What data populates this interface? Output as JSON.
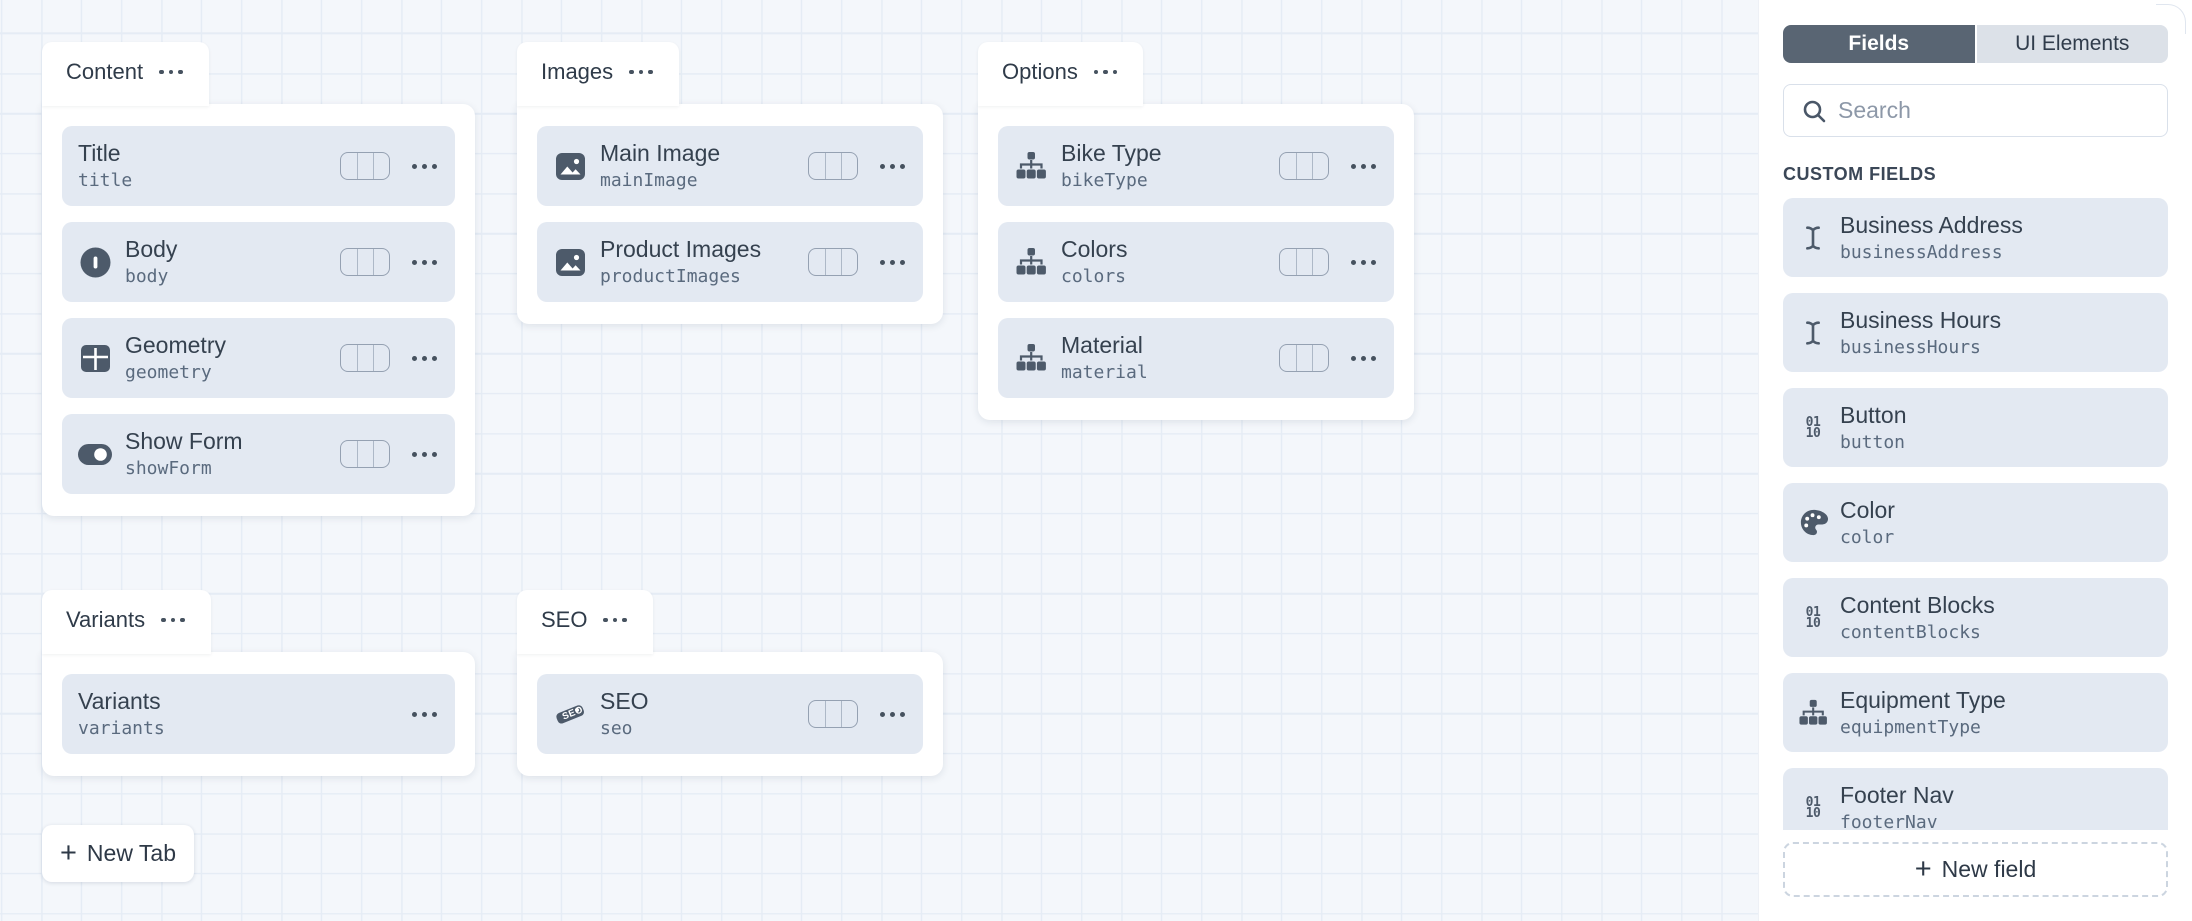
{
  "canvas": {
    "groups": [
      {
        "tab": "Content",
        "fields": [
          {
            "label": "Title",
            "name": "title",
            "icon": "none"
          },
          {
            "label": "Body",
            "name": "body",
            "icon": "body-icon"
          },
          {
            "label": "Geometry",
            "name": "geometry",
            "icon": "table-icon"
          },
          {
            "label": "Show Form",
            "name": "showForm",
            "icon": "toggle-icon"
          }
        ]
      },
      {
        "tab": "Images",
        "fields": [
          {
            "label": "Main Image",
            "name": "mainImage",
            "icon": "image-icon"
          },
          {
            "label": "Product Images",
            "name": "productImages",
            "icon": "image-icon"
          }
        ]
      },
      {
        "tab": "Options",
        "fields": [
          {
            "label": "Bike Type",
            "name": "bikeType",
            "icon": "tree-icon"
          },
          {
            "label": "Colors",
            "name": "colors",
            "icon": "tree-icon"
          },
          {
            "label": "Material",
            "name": "material",
            "icon": "tree-icon"
          }
        ]
      },
      {
        "tab": "Variants",
        "fields": [
          {
            "label": "Variants",
            "name": "variants",
            "icon": "none"
          }
        ]
      },
      {
        "tab": "SEO",
        "fields": [
          {
            "label": "SEO",
            "name": "seo",
            "icon": "seo-tag-icon"
          }
        ]
      }
    ],
    "new_tab_label": "New Tab"
  },
  "sidebar": {
    "tabs": [
      {
        "label": "Fields",
        "active": true
      },
      {
        "label": "UI Elements",
        "active": false
      }
    ],
    "search_placeholder": "Search",
    "section_title": "CUSTOM FIELDS",
    "fields": [
      {
        "label": "Business Address",
        "name": "businessAddress",
        "icon": "text-cursor-icon"
      },
      {
        "label": "Business Hours",
        "name": "businessHours",
        "icon": "text-cursor-icon"
      },
      {
        "label": "Button",
        "name": "button",
        "icon": "binary-icon"
      },
      {
        "label": "Color",
        "name": "color",
        "icon": "palette-icon"
      },
      {
        "label": "Content Blocks",
        "name": "contentBlocks",
        "icon": "binary-icon"
      },
      {
        "label": "Equipment Type",
        "name": "equipmentType",
        "icon": "tree-icon"
      },
      {
        "label": "Footer Nav",
        "name": "footerNav",
        "icon": "binary-icon"
      }
    ],
    "new_field_label": "New field"
  },
  "icons": {
    "binary_top": "01",
    "binary_bottom": "10",
    "seo_tag_text": "SEO",
    "plus_glyph": "+"
  },
  "colors": {
    "canvas_bg": "#f4f7fb",
    "grid_line": "#e5ecf5",
    "card_bg": "#ffffff",
    "row_bg": "#e3e9f2",
    "label_text": "#35414f",
    "machine_text": "#5a6a7e",
    "icon_fill": "#4d5a6a",
    "segment_active_bg": "#596573",
    "segment_inactive_bg": "#dce1e8"
  }
}
